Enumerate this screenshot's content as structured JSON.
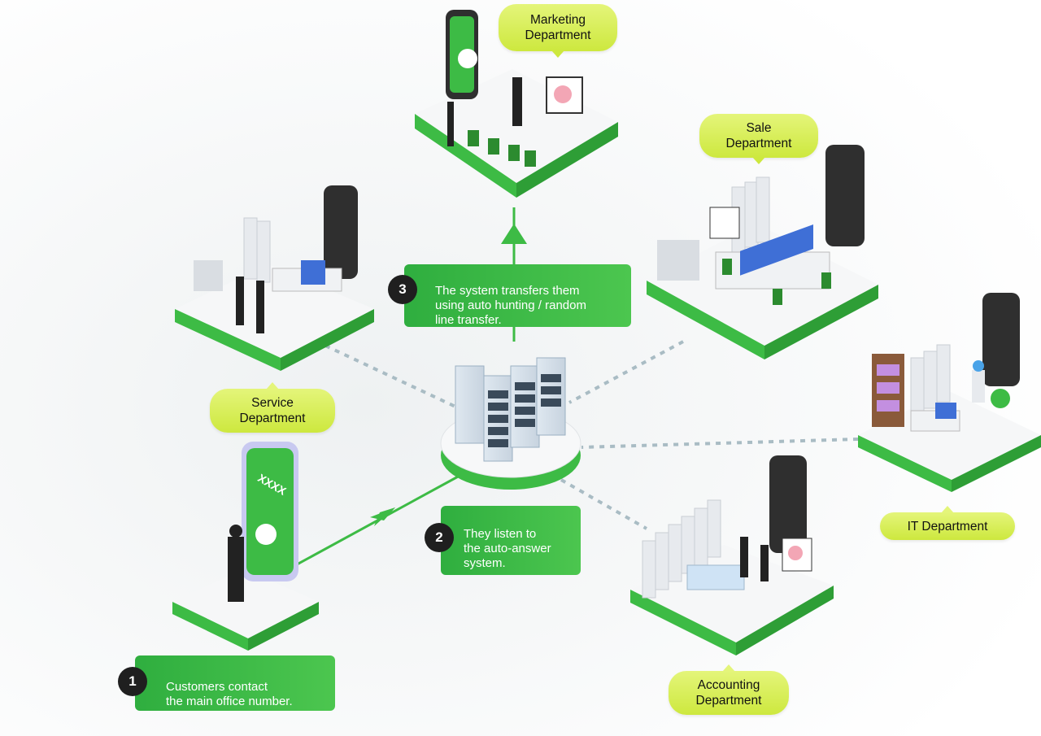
{
  "departments": {
    "marketing": "Marketing\nDepartment",
    "sale": "Sale\nDepartment",
    "service": "Service\nDepartment",
    "it": "IT Department",
    "accounting": "Accounting\nDepartment"
  },
  "steps": [
    {
      "number": "1",
      "text": "Customers contact\nthe main office number."
    },
    {
      "number": "2",
      "text": "They listen to\nthe auto-answer\nsystem."
    },
    {
      "number": "3",
      "text": "The system transfers them\nusing auto hunting / random\nline transfer."
    }
  ],
  "phone_screen_text": "XXXX",
  "colors": {
    "green": "#3dbb45",
    "lime": "#d4ec4b",
    "dark": "#1f1f1f",
    "dotted": "#a9bcc4"
  }
}
